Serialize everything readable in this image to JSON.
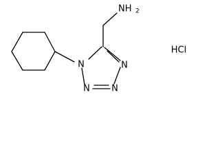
{
  "molecule": {
    "atoms": {
      "n_amine": "NH",
      "n_amine_subscript": "2",
      "n1": "N",
      "n2": "N",
      "n3": "N",
      "n4": "N"
    },
    "salt": "HCl"
  }
}
